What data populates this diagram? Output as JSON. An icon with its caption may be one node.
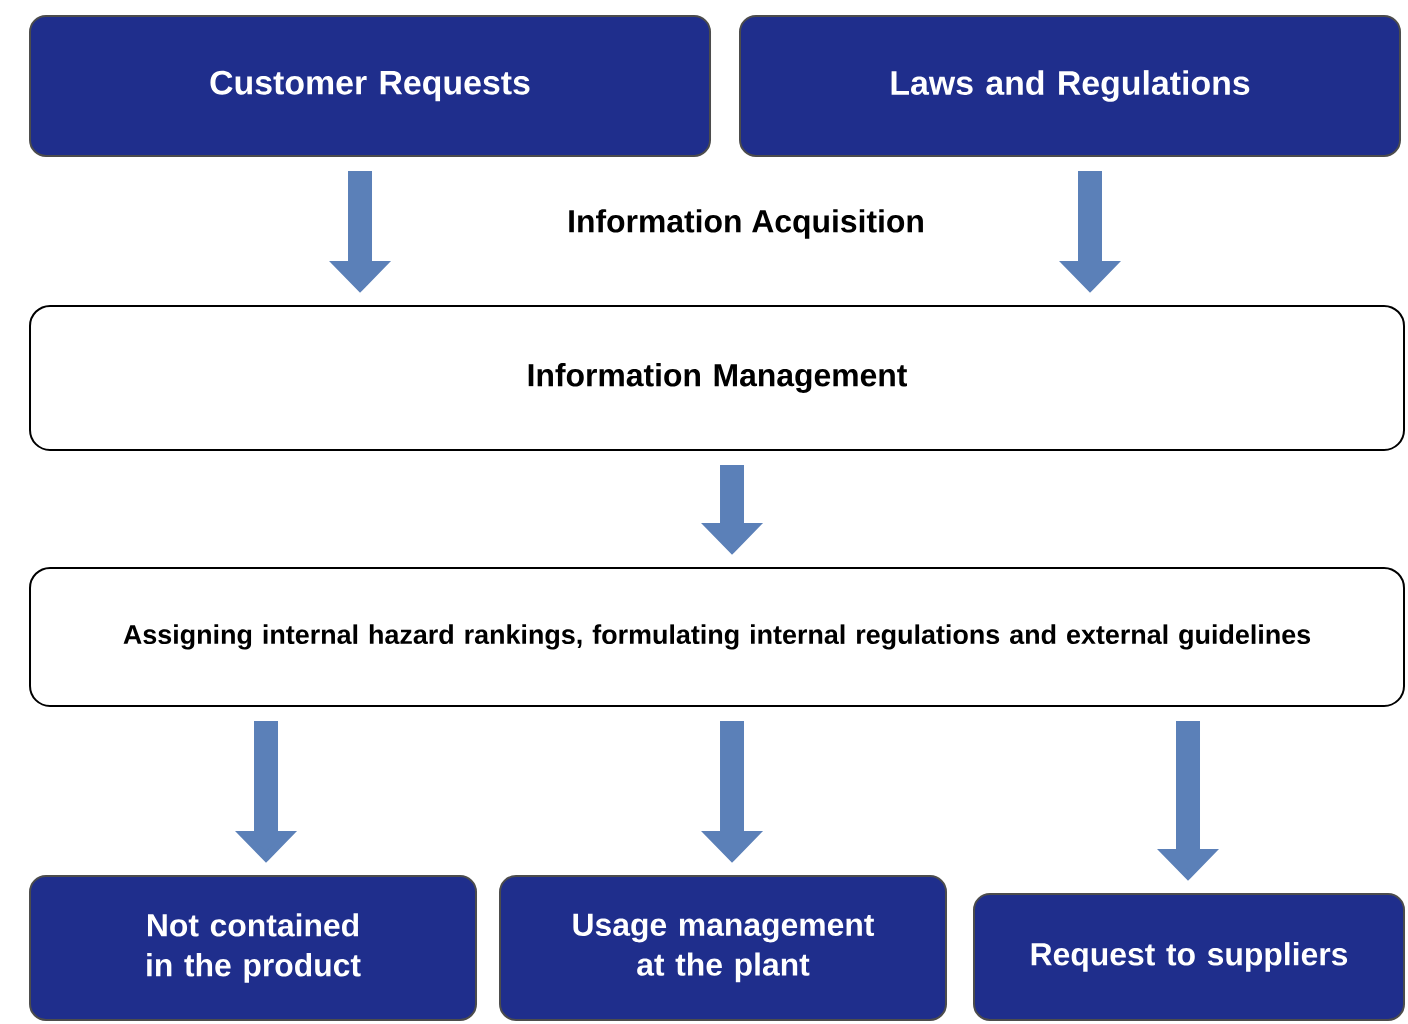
{
  "diagram": {
    "nodes": [
      {
        "text": [
          "Customer Requests"
        ]
      },
      {
        "text": [
          "Laws and Regulations"
        ]
      },
      {
        "text": [
          "Information Management"
        ]
      },
      {
        "text": [
          "Assigning internal hazard rankings, formulating internal regulations and external guidelines"
        ]
      },
      {
        "text": [
          "Not contained in the product"
        ]
      },
      {
        "text": [
          "Usage management at the plant"
        ]
      },
      {
        "text": [
          "Request to suppliers"
        ]
      }
    ],
    "edges": [
      {
        "from": 0,
        "to": 2,
        "arrow": "to"
      },
      {
        "from": 1,
        "to": 2,
        "arrow": "to"
      },
      {
        "from": 2,
        "to": 3,
        "arrow": "to"
      },
      {
        "from": 3,
        "to": 4,
        "arrow": "to"
      },
      {
        "from": 3,
        "to": 5,
        "arrow": "to"
      },
      {
        "from": 3,
        "to": 6,
        "arrow": "to"
      }
    ],
    "labels": [
      "Information Acquisition"
    ]
  }
}
